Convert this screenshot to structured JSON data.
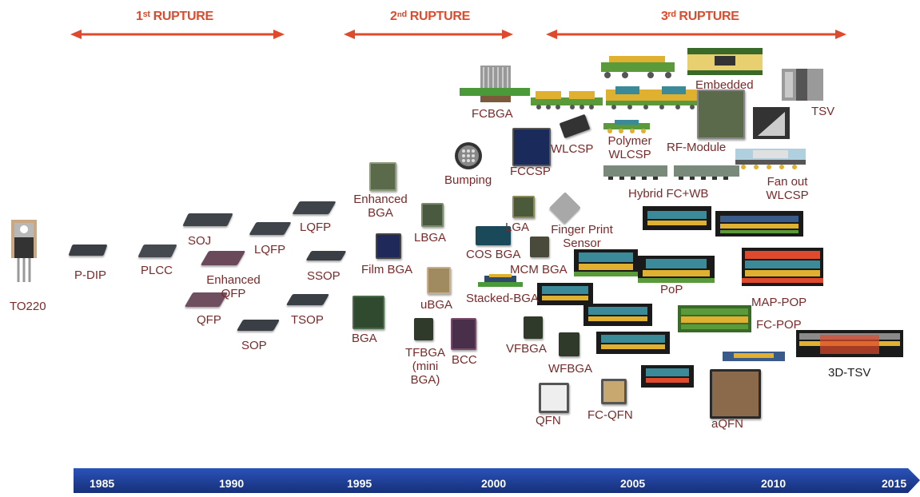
{
  "ruptures": [
    {
      "label": "1ˢᵗ RUPTURE"
    },
    {
      "label": "2ⁿᵈ RUPTURE"
    },
    {
      "label": "3ʳᵈ RUPTURE"
    }
  ],
  "packages": {
    "to220": "TO220",
    "pdip": "P-DIP",
    "plcc": "PLCC",
    "soj": "SOJ",
    "enhanced_qfp": "Enhanced QFP",
    "qfp": "QFP",
    "sop": "SOP",
    "lqfp1": "LQFP",
    "lqfp2": "LQFP",
    "ssop": "SSOP",
    "tsop": "TSOP",
    "enhanced_bga": "Enhanced BGA",
    "lbga": "LBGA",
    "film_bga": "Film BGA",
    "bga": "BGA",
    "ubga": "uBGA",
    "tfbga": "TFBGA (mini BGA)",
    "bcc": "BCC",
    "fcbga": "FCBGA",
    "bumping": "Bumping",
    "fccsp": "FCCSP",
    "wlcsp": "WLCSP",
    "lga": "LGA",
    "finger_print": "Finger Print Sensor",
    "cos_bga": "COS BGA",
    "mcm_bga": "MCM BGA",
    "stacked_bga": "Stacked-BGA",
    "vfbga": "VFBGA",
    "wfbga": "WFBGA",
    "qfn": "QFN",
    "fc_qfn": "FC-QFN",
    "polymer_wlcsp": "Polymer WLCSP",
    "embedded": "Embedded",
    "tsv": "TSV",
    "rf_module": "RF-Module",
    "hybrid": "Hybrid FC+WB",
    "fan_out": "Fan out WLCSP",
    "pop": "PoP",
    "map_pop": "MAP-POP",
    "fc_pop": "FC-POP",
    "three_d_tsv": "3D-TSV",
    "aqfn": "aQFN"
  },
  "years": [
    "1985",
    "1990",
    "1995",
    "2000",
    "2005",
    "2010",
    "2015"
  ],
  "colors": {
    "accent": "#e04a2c",
    "label": "#7a2a2a",
    "timeline": "#1f3f9a"
  }
}
